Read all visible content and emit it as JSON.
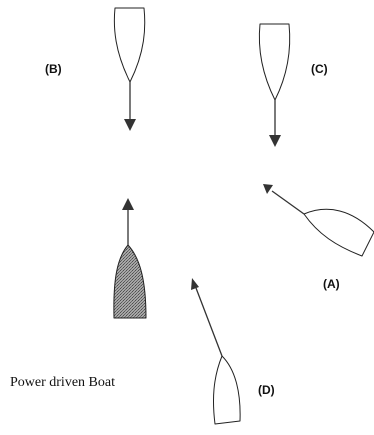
{
  "diagram": {
    "caption": "Power driven Boat",
    "colors": {
      "background": "#ffffff",
      "outline": "#222222",
      "arrow": "#333333",
      "sailing_hull_fill": "#ffffff",
      "power_boat_fill": "#8f8f8f"
    },
    "vessels": [
      {
        "id": "B",
        "label": "(B)",
        "kind": "sailing",
        "heading": "south"
      },
      {
        "id": "C",
        "label": "(C)",
        "kind": "sailing",
        "heading": "south"
      },
      {
        "id": "A",
        "label": "(A)",
        "kind": "sailing",
        "heading": "north-west"
      },
      {
        "id": "D",
        "label": "(D)",
        "kind": "sailing",
        "heading": "north-north-west"
      },
      {
        "id": "power",
        "label": "",
        "kind": "power-driven",
        "heading": "north"
      }
    ]
  }
}
